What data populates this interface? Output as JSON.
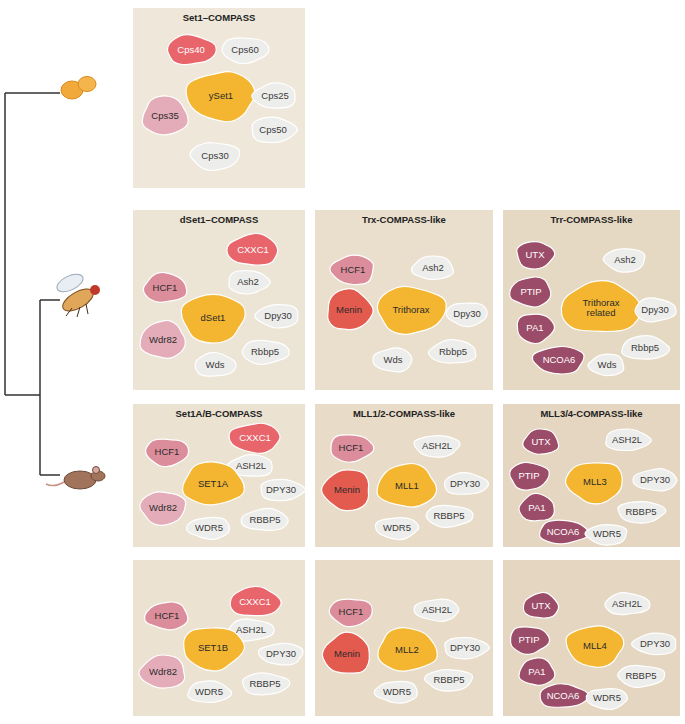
{
  "diagram": {
    "nodes": [
      {
        "text": [
          "Set1–COMPASS"
        ]
      },
      {
        "text": [
          "Cps40"
        ],
        "in": 0
      },
      {
        "text": [
          "Cps60"
        ],
        "in": 0
      },
      {
        "text": [
          "ySet1"
        ],
        "in": 0
      },
      {
        "text": [
          "Cps25"
        ],
        "in": 0
      },
      {
        "text": [
          "Cps35"
        ],
        "in": 0
      },
      {
        "text": [
          "Cps50"
        ],
        "in": 0
      },
      {
        "text": [
          "Cps30"
        ],
        "in": 0
      },
      {
        "text": [
          "dSet1–COMPASS"
        ]
      },
      {
        "text": [
          "CXXC1"
        ],
        "in": 8
      },
      {
        "text": [
          "HCF1"
        ],
        "in": 8
      },
      {
        "text": [
          "Ash2"
        ],
        "in": 8
      },
      {
        "text": [
          "dSet1"
        ],
        "in": 8
      },
      {
        "text": [
          "Dpy30"
        ],
        "in": 8
      },
      {
        "text": [
          "Wdr82"
        ],
        "in": 8
      },
      {
        "text": [
          "Wds"
        ],
        "in": 8
      },
      {
        "text": [
          "Rbbp5"
        ],
        "in": 8
      },
      {
        "text": [
          "Trx-COMPASS-like"
        ]
      },
      {
        "text": [
          "HCF1"
        ],
        "in": 17
      },
      {
        "text": [
          "Ash2"
        ],
        "in": 17
      },
      {
        "text": [
          "Menin"
        ],
        "in": 17
      },
      {
        "text": [
          "Trithorax"
        ],
        "in": 17
      },
      {
        "text": [
          "Dpy30"
        ],
        "in": 17
      },
      {
        "text": [
          "Wds"
        ],
        "in": 17
      },
      {
        "text": [
          "Rbbp5"
        ],
        "in": 17
      },
      {
        "text": [
          "Trr-COMPASS-like"
        ]
      },
      {
        "text": [
          "UTX"
        ],
        "in": 25
      },
      {
        "text": [
          "Ash2"
        ],
        "in": 25
      },
      {
        "text": [
          "PTIP"
        ],
        "in": 25
      },
      {
        "text": [
          "Trithorax related"
        ],
        "in": 25
      },
      {
        "text": [
          "Dpy30"
        ],
        "in": 25
      },
      {
        "text": [
          "PA1"
        ],
        "in": 25
      },
      {
        "text": [
          "NCOA6"
        ],
        "in": 25
      },
      {
        "text": [
          "Wds"
        ],
        "in": 25
      },
      {
        "text": [
          "Rbbp5"
        ],
        "in": 25
      },
      {
        "text": [
          "Set1A/B-COMPASS"
        ]
      },
      {
        "text": [
          "HCF1"
        ],
        "in": 35
      },
      {
        "text": [
          "CXXC1"
        ],
        "in": 35
      },
      {
        "text": [
          "ASH2L"
        ],
        "in": 35
      },
      {
        "text": [
          "SET1A"
        ],
        "in": 35
      },
      {
        "text": [
          "DPY30"
        ],
        "in": 35
      },
      {
        "text": [
          "Wdr82"
        ],
        "in": 35
      },
      {
        "text": [
          "WDR5"
        ],
        "in": 35
      },
      {
        "text": [
          "RBBP5"
        ],
        "in": 35
      },
      {
        "text": [
          "MLL1/2-COMPASS-like"
        ]
      },
      {
        "text": [
          "HCF1"
        ],
        "in": 44
      },
      {
        "text": [
          "ASH2L"
        ],
        "in": 44
      },
      {
        "text": [
          "Menin"
        ],
        "in": 44
      },
      {
        "text": [
          "MLL1"
        ],
        "in": 44
      },
      {
        "text": [
          "DPY30"
        ],
        "in": 44
      },
      {
        "text": [
          "RBBP5"
        ],
        "in": 44
      },
      {
        "text": [
          "WDR5"
        ],
        "in": 44
      },
      {
        "text": [
          "MLL3/4-COMPASS-like"
        ]
      },
      {
        "text": [
          "UTX"
        ],
        "in": 52
      },
      {
        "text": [
          "ASH2L"
        ],
        "in": 52
      },
      {
        "text": [
          "PTIP"
        ],
        "in": 52
      },
      {
        "text": [
          "MLL3"
        ],
        "in": 52
      },
      {
        "text": [
          "DPY30"
        ],
        "in": 52
      },
      {
        "text": [
          "PA1"
        ],
        "in": 52
      },
      {
        "text": [
          "NCOA6"
        ],
        "in": 52
      },
      {
        "text": [
          "RBBP5"
        ],
        "in": 52
      },
      {
        "text": [
          "WDR5"
        ],
        "in": 52
      },
      {
        "text": [
          "HCF1"
        ]
      },
      {
        "text": [
          "CXXC1"
        ]
      },
      {
        "text": [
          "ASH2L"
        ]
      },
      {
        "text": [
          "SET1B"
        ]
      },
      {
        "text": [
          "DPY30"
        ]
      },
      {
        "text": [
          "Wdr82"
        ]
      },
      {
        "text": [
          "WDR5"
        ]
      },
      {
        "text": [
          "RBBP5"
        ]
      },
      {
        "text": [
          "HCF1"
        ]
      },
      {
        "text": [
          "ASH2L"
        ]
      },
      {
        "text": [
          "Menin"
        ]
      },
      {
        "text": [
          "MLL2"
        ]
      },
      {
        "text": [
          "DPY30"
        ]
      },
      {
        "text": [
          "RBBP5"
        ]
      },
      {
        "text": [
          "WDR5"
        ]
      },
      {
        "text": [
          "UTX"
        ]
      },
      {
        "text": [
          "ASH2L"
        ]
      },
      {
        "text": [
          "PTIP"
        ]
      },
      {
        "text": [
          "MLL4"
        ]
      },
      {
        "text": [
          "DPY30"
        ]
      },
      {
        "text": [
          "PA1"
        ]
      },
      {
        "text": [
          "NCOA6"
        ]
      },
      {
        "text": [
          "RBBP5"
        ]
      },
      {
        "text": [
          "WDR5"
        ]
      }
    ]
  }
}
